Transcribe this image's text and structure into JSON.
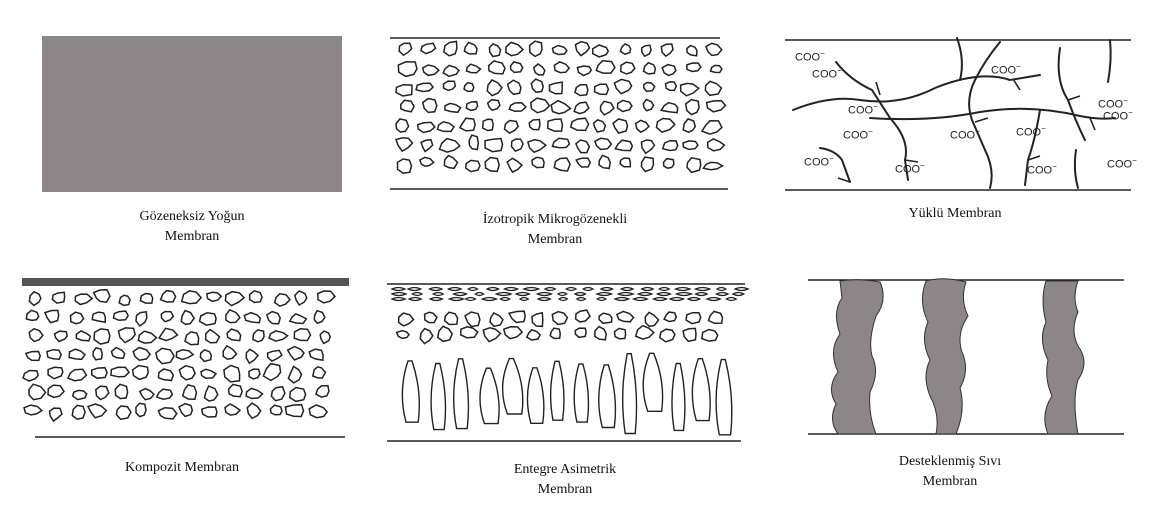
{
  "panels": [
    {
      "id": "dense",
      "caption_lines": [
        "Gözeneksiz Yoğun",
        "Membran"
      ],
      "fill_color": "#8c8689"
    },
    {
      "id": "isotropic",
      "caption_lines": [
        "İzotropik Mikrogözenekli",
        "Membran"
      ]
    },
    {
      "id": "charged",
      "caption_lines": [
        "Yüklü Membran"
      ],
      "group_label": "COO",
      "group_charge": "−"
    },
    {
      "id": "composite",
      "caption_lines": [
        "Kompozit Membran"
      ],
      "fill_color": "#555555"
    },
    {
      "id": "asymmetric",
      "caption_lines": [
        "Entegre Asimetrik",
        "Membran"
      ]
    },
    {
      "id": "liquid",
      "caption_lines": [
        "Desteklenmiş Sıvı",
        "Membran"
      ],
      "fill_color": "#8c8689"
    }
  ],
  "colors": {
    "line": "#222222",
    "background": "#ffffff"
  }
}
